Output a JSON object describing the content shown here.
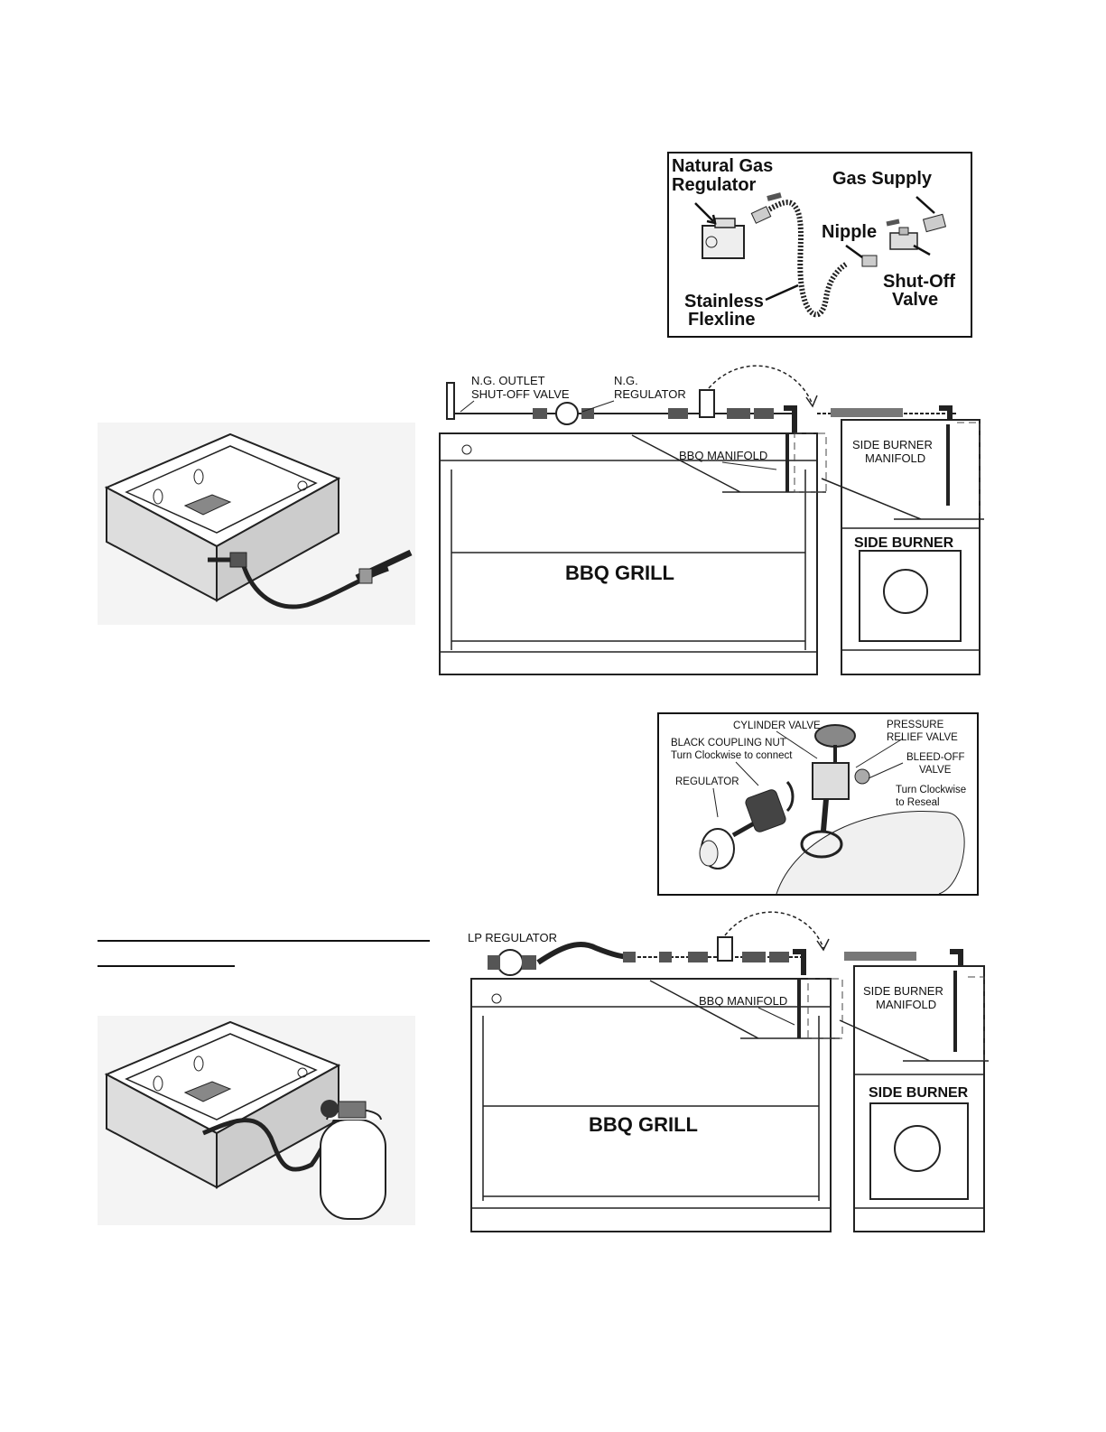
{
  "ng_inset": {
    "labels": {
      "regulator_1": "Natural Gas",
      "regulator_2": "Regulator",
      "gas_supply": "Gas Supply",
      "nipple": "Nipple",
      "flexline_1": "Stainless",
      "flexline_2": "Flexline",
      "shutoff_1": "Shut-Off",
      "shutoff_2": "Valve"
    }
  },
  "ng_diagram": {
    "outlet_1": "N.G. OUTLET",
    "outlet_2": "SHUT-OFF VALVE",
    "regulator_1": "N.G.",
    "regulator_2": "REGULATOR",
    "bbq_manifold": "BBQ MANIFOLD",
    "side_manifold_1": "SIDE BURNER",
    "side_manifold_2": "MANIFOLD",
    "grill": "BBQ GRILL",
    "side_burner": "SIDE BURNER"
  },
  "lp_inset": {
    "cylinder_valve": "CYLINDER VALVE",
    "pressure_1": "PRESSURE",
    "pressure_2": "RELIEF VALVE",
    "coupling_1": "BLACK COUPLING NUT",
    "coupling_2": "Turn Clockwise to connect",
    "bleed_1": "BLEED-OFF",
    "bleed_2": "VALVE",
    "reseal_1": "Turn Clockwise",
    "reseal_2": "to Reseal",
    "regulator": "REGULATOR"
  },
  "lp_diagram": {
    "regulator": "LP REGULATOR",
    "bbq_manifold": "BBQ MANIFOLD",
    "side_manifold_1": "SIDE BURNER",
    "side_manifold_2": "MANIFOLD",
    "grill": "BBQ GRILL",
    "side_burner": "SIDE BURNER"
  }
}
